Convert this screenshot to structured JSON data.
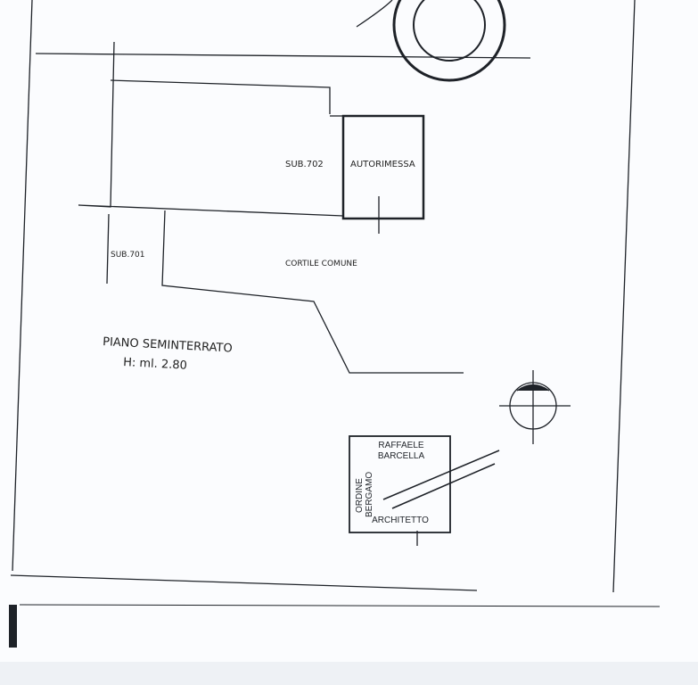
{
  "plan": {
    "rooms": [
      {
        "label": "SUB.702"
      },
      {
        "label": "AUTORIMESSA"
      },
      {
        "label": "SUB.701"
      },
      {
        "label": "CORTILE COMUNE"
      }
    ],
    "floor_title": "PIANO SEMINTERRATO",
    "height_note": "H: ml. 2.80"
  },
  "stamp": {
    "name_line1": "RAFFAELE",
    "name_line2": "BARCELLA",
    "order_line1": "ORDINE",
    "order_line2": "BERGAMO",
    "title": "ARCHITETTO"
  },
  "colors": {
    "ink": "#1e2228",
    "paper": "#fbfcfe"
  }
}
